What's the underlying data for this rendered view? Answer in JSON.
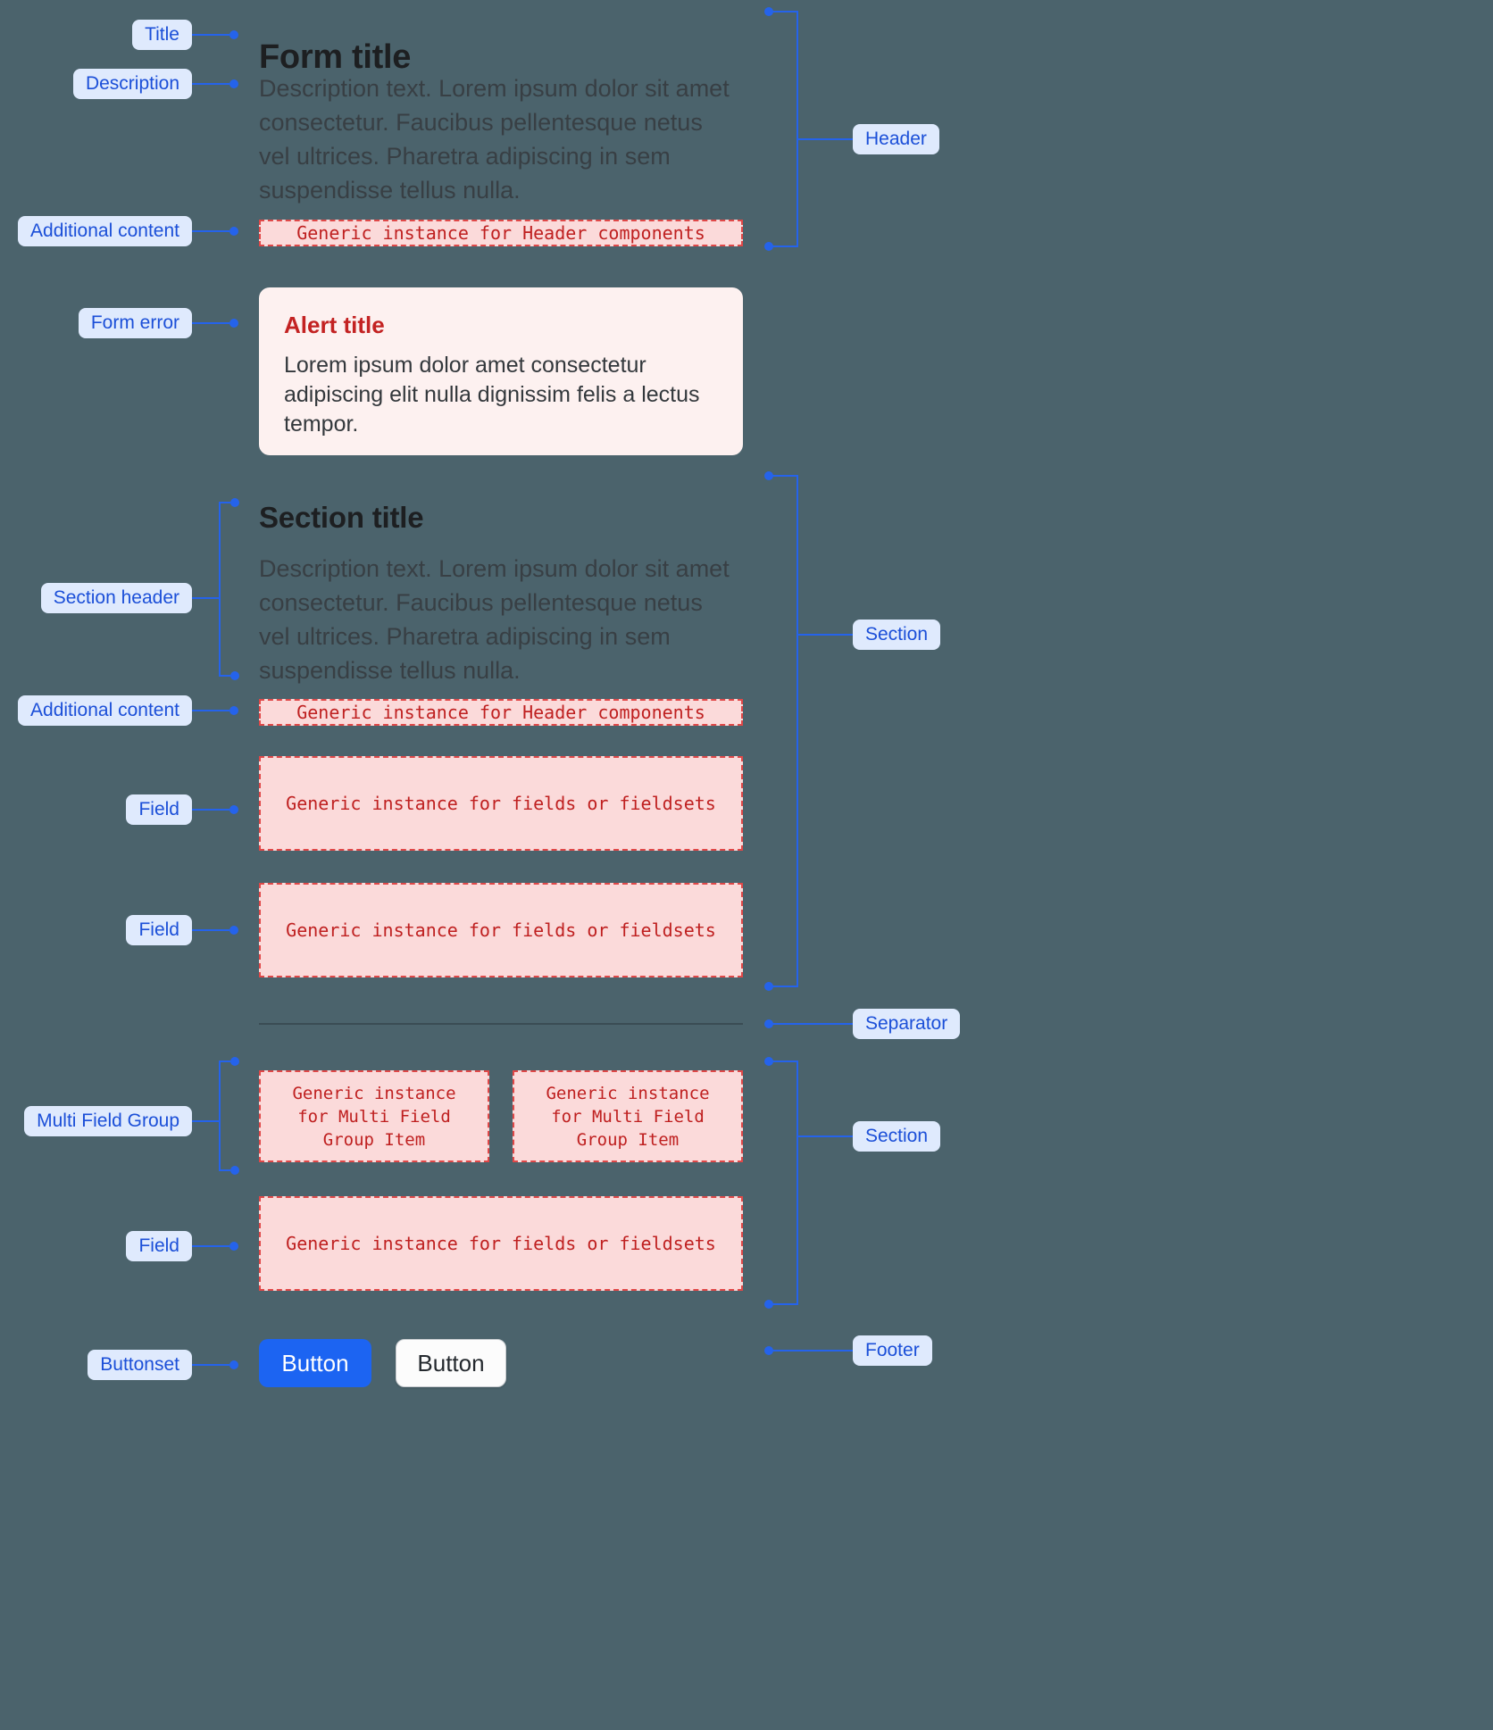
{
  "colors": {
    "canvas_bg": "#4b636c",
    "badge_bg": "#dfeafd",
    "badge_text": "#1b4fd8",
    "connector": "#2563eb",
    "placeholder_bg": "#fbdada",
    "placeholder_border": "#e04848",
    "placeholder_text": "#bf2020",
    "alert_bg": "#fdf1f0",
    "alert_title": "#c32222",
    "heading_text": "#1d1f21",
    "body_text": "#383f44",
    "separator": "#3a4c54",
    "primary_button_bg": "#1c64f2",
    "primary_button_text": "#ffffff",
    "secondary_button_bg": "#fcfcfc",
    "secondary_button_border": "#c8ccd0",
    "secondary_button_text": "#24292e"
  },
  "annotations": {
    "left": [
      {
        "text": "Title"
      },
      {
        "text": "Description"
      },
      {
        "text": "Additional content"
      },
      {
        "text": "Form error"
      },
      {
        "text": "Section header"
      },
      {
        "text": "Additional content"
      },
      {
        "text": "Field"
      },
      {
        "text": "Field"
      },
      {
        "text": "Multi Field Group"
      },
      {
        "text": "Field"
      },
      {
        "text": "Buttonset"
      }
    ],
    "right": [
      {
        "text": "Header"
      },
      {
        "text": "Section"
      },
      {
        "text": "Separator"
      },
      {
        "text": "Section"
      },
      {
        "text": "Footer"
      }
    ]
  },
  "form": {
    "title": "Form title",
    "description": "Description text. Lorem ipsum dolor sit amet\nconsectetur. Faucibus pellentesque netus\nvel ultrices. Pharetra adipiscing in sem\nsuspendisse tellus nulla.",
    "alert": {
      "title": "Alert title",
      "body": "Lorem ipsum dolor amet consectetur\nadipiscing elit nulla dignissim felis a lectus\ntempor."
    },
    "section": {
      "title": "Section title",
      "description": "Description text. Lorem ipsum dolor sit amet\nconsectetur. Faucibus pellentesque netus\nvel ultrices. Pharetra adipiscing in sem\nsuspendisse tellus nulla."
    },
    "placeholders": {
      "header": "Generic instance for Header components",
      "field": "Generic instance for fields or fieldsets",
      "multi_item": "Generic instance\nfor Multi Field\nGroup Item"
    },
    "footer": {
      "primary_button": "Button",
      "secondary_button": "Button"
    }
  }
}
